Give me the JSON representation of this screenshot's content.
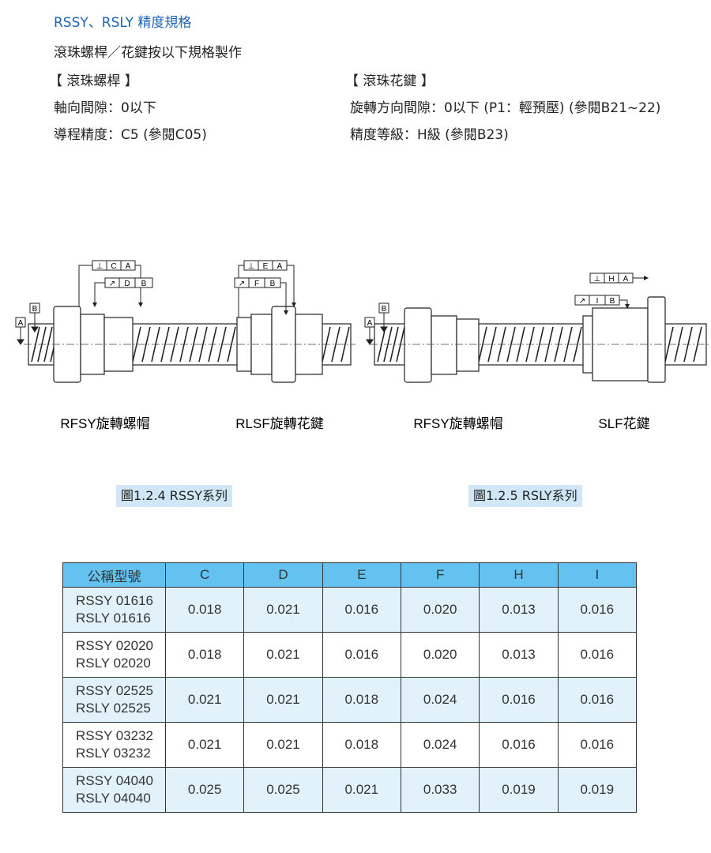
{
  "heading": "RSSY、RSLY 精度規格",
  "intro": "滾珠螺桿／花鍵按以下規格製作",
  "screw": {
    "title": "【 滾珠螺桿 】",
    "line1": "軸向間隙：0以下",
    "line2": "導程精度：C5 (參閱C05)"
  },
  "spline": {
    "title": "【 滾珠花鍵 】",
    "line1": "旋轉方向間隙：0以下 (P1：輕預壓) (參閱B21~22)",
    "line2": "精度等級：H級 (參閱B23)"
  },
  "drawing": {
    "labels": {
      "rfsy_left": "RFSY旋轉螺帽",
      "rlsf": "RLSF旋轉花鍵",
      "rfsy_right": "RFSY旋轉螺帽",
      "slf": "SLF花鍵"
    },
    "datum_a": "A",
    "datum_b": "B",
    "frames": {
      "f1": [
        "⊥",
        "C",
        "A"
      ],
      "f2": [
        "↗",
        "D",
        "B"
      ],
      "f3": [
        "⊥",
        "E",
        "A"
      ],
      "f4": [
        "↗",
        "F",
        "B"
      ],
      "f5": [
        "⊥",
        "H",
        "A"
      ],
      "f6": [
        "↗",
        "I",
        "B"
      ]
    }
  },
  "captions": {
    "fig1": "圖1.2.4 RSSY系列",
    "fig2": "圖1.2.5 RSLY系列"
  },
  "table": {
    "headers": [
      "公稱型號",
      "C",
      "D",
      "E",
      "F",
      "H",
      "I"
    ],
    "rows": [
      {
        "model1": "RSSY 01616",
        "model2": "RSLY 01616",
        "values": [
          "0.018",
          "0.021",
          "0.016",
          "0.020",
          "0.013",
          "0.016"
        ]
      },
      {
        "model1": "RSSY 02020",
        "model2": "RSLY 02020",
        "values": [
          "0.018",
          "0.021",
          "0.016",
          "0.020",
          "0.013",
          "0.016"
        ]
      },
      {
        "model1": "RSSY 02525",
        "model2": "RSLY 02525",
        "values": [
          "0.021",
          "0.021",
          "0.018",
          "0.024",
          "0.016",
          "0.016"
        ]
      },
      {
        "model1": "RSSY 03232",
        "model2": "RSLY 03232",
        "values": [
          "0.021",
          "0.021",
          "0.018",
          "0.024",
          "0.016",
          "0.016"
        ]
      },
      {
        "model1": "RSSY 04040",
        "model2": "RSLY 04040",
        "values": [
          "0.025",
          "0.025",
          "0.021",
          "0.033",
          "0.019",
          "0.019"
        ]
      }
    ]
  },
  "colors": {
    "heading": "#1e63b4",
    "table_header": "#63c2ef",
    "table_alt_row": "#e2f2fa",
    "caption_bg": "#cfe7f6"
  }
}
